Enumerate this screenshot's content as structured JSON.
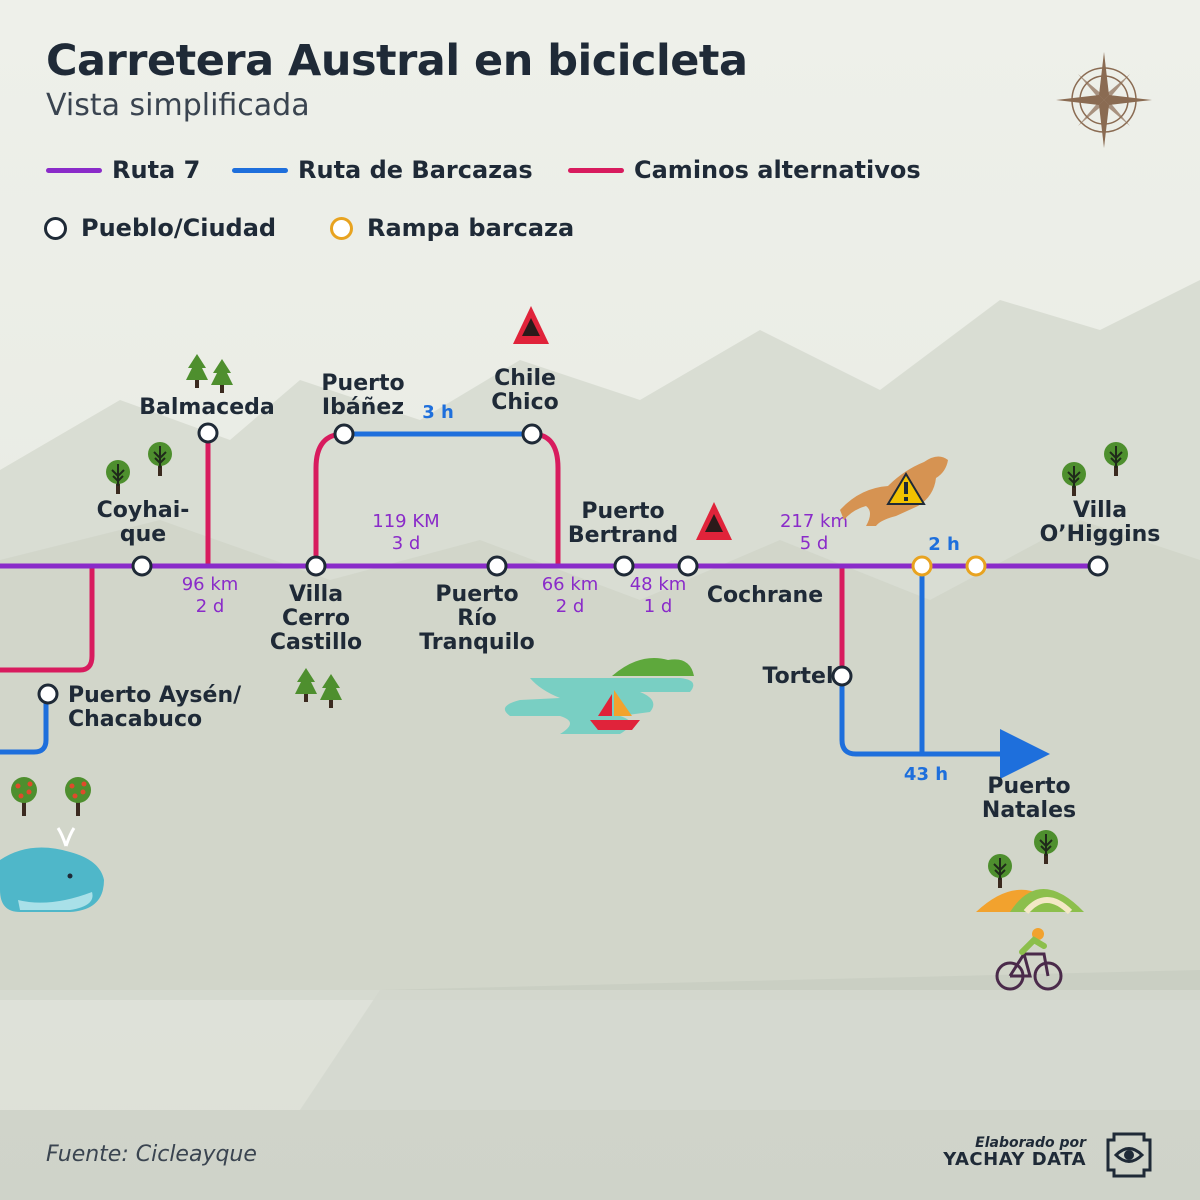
{
  "title": "Carretera Austral en bicicleta",
  "subtitle": "Vista simplificada",
  "legend": {
    "ruta7": "Ruta 7",
    "barcazas": "Ruta de Barcazas",
    "alternativos": "Caminos alternativos",
    "pueblo": "Pueblo/Ciudad",
    "rampa": "Rampa barcaza"
  },
  "colors": {
    "ruta7": "#8a2bc9",
    "barcazas": "#1e6fdc",
    "alternativos": "#d81b5e",
    "rampa": "#e8a320",
    "text": "#1f2a37"
  },
  "places": {
    "coyhaique": [
      "Coyhai-",
      "que"
    ],
    "balmaceda": [
      "Balmaceda"
    ],
    "villa_cerro_castillo": [
      "Villa",
      "Cerro",
      "Castillo"
    ],
    "puerto_ibanez": [
      "Puerto",
      "Ibáñez"
    ],
    "chile_chico": [
      "Chile",
      "Chico"
    ],
    "puerto_rio_tranquilo": [
      "Puerto",
      "Río",
      "Tranquilo"
    ],
    "puerto_bertrand": [
      "Puerto",
      "Bertrand"
    ],
    "cochrane": [
      "Cochrane"
    ],
    "tortel": [
      "Tortel"
    ],
    "villa_ohiggins": [
      "Villa",
      "O’Higgins"
    ],
    "puerto_aysen": [
      "Puerto Aysén/",
      "Chacabuco"
    ],
    "puerto_natales": [
      "Puerto",
      "Natales"
    ]
  },
  "distances": {
    "coyhaique_castillo": [
      "96 km",
      "2 d"
    ],
    "castillo_tranquilo": [
      "119 KM",
      "3 d"
    ],
    "tranquilo_bertrand": [
      "66 km",
      "2 d"
    ],
    "bertrand_cochrane": [
      "48 km",
      "1 d"
    ],
    "cochrane_ohiggins": [
      "217 km",
      "5 d"
    ]
  },
  "ferry_times": {
    "ibanez_chile_chico": "3 h",
    "rampas": "2 h",
    "natales": "43 h"
  },
  "source": "Fuente: Cicleayque",
  "credit": {
    "line1": "Elaborado por",
    "line2": "YACHAY DATA"
  },
  "icons": [
    "tree-icon",
    "volcano-icon",
    "lake-icon",
    "sailboat-icon",
    "whale-icon",
    "puma-warning-icon",
    "cyclist-icon",
    "compass-rose-icon",
    "eye-logo-icon"
  ]
}
